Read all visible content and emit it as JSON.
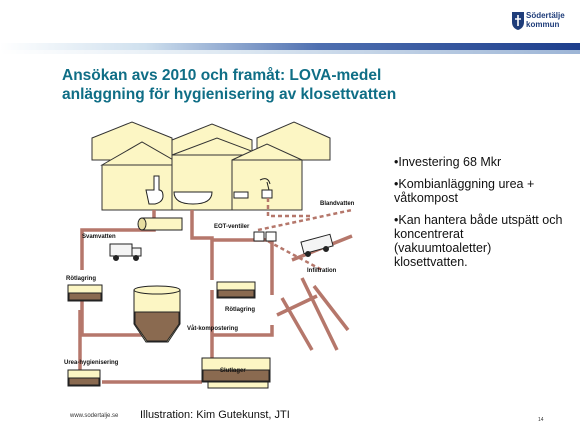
{
  "header": {
    "logo_line1": "Södertälje",
    "logo_line2": "kommun",
    "colors": {
      "bar_blue": "#1d3e8c",
      "bar_light": "#cfe0ee",
      "title": "#0f6e86",
      "pipe": "#b5776b",
      "building": "#fcf6c4",
      "sludge": "#8a6a50"
    }
  },
  "title": {
    "line1": "Ansökan avs 2010 och framåt: LOVA-medel",
    "line2": "anläggning för hygienisering av klosettvatten"
  },
  "diagram": {
    "labels": {
      "svamvatten": "Svamvatten",
      "eot_ventiler": "EOT-ventiler",
      "blandvatten": "Blandvatten",
      "rotlagring": "Rötlagring",
      "infiltration": "Infiltration",
      "lagring": "Rötlagring",
      "kompostering": "Våt-kompostering",
      "urea_hyg": "Urea-hygienisering",
      "slutlager": "Slutlager"
    }
  },
  "bullets": [
    "•Investering 68 Mkr",
    "•Kombianläggning urea + våtkompost",
    "•Kan hantera både utspätt och koncentrerat (vakuumtoaletter) klosettvatten."
  ],
  "footer": {
    "website": "www.sodertalje.se",
    "caption": "Illustration: Kim Gutekunst, JTI",
    "page": "14"
  }
}
